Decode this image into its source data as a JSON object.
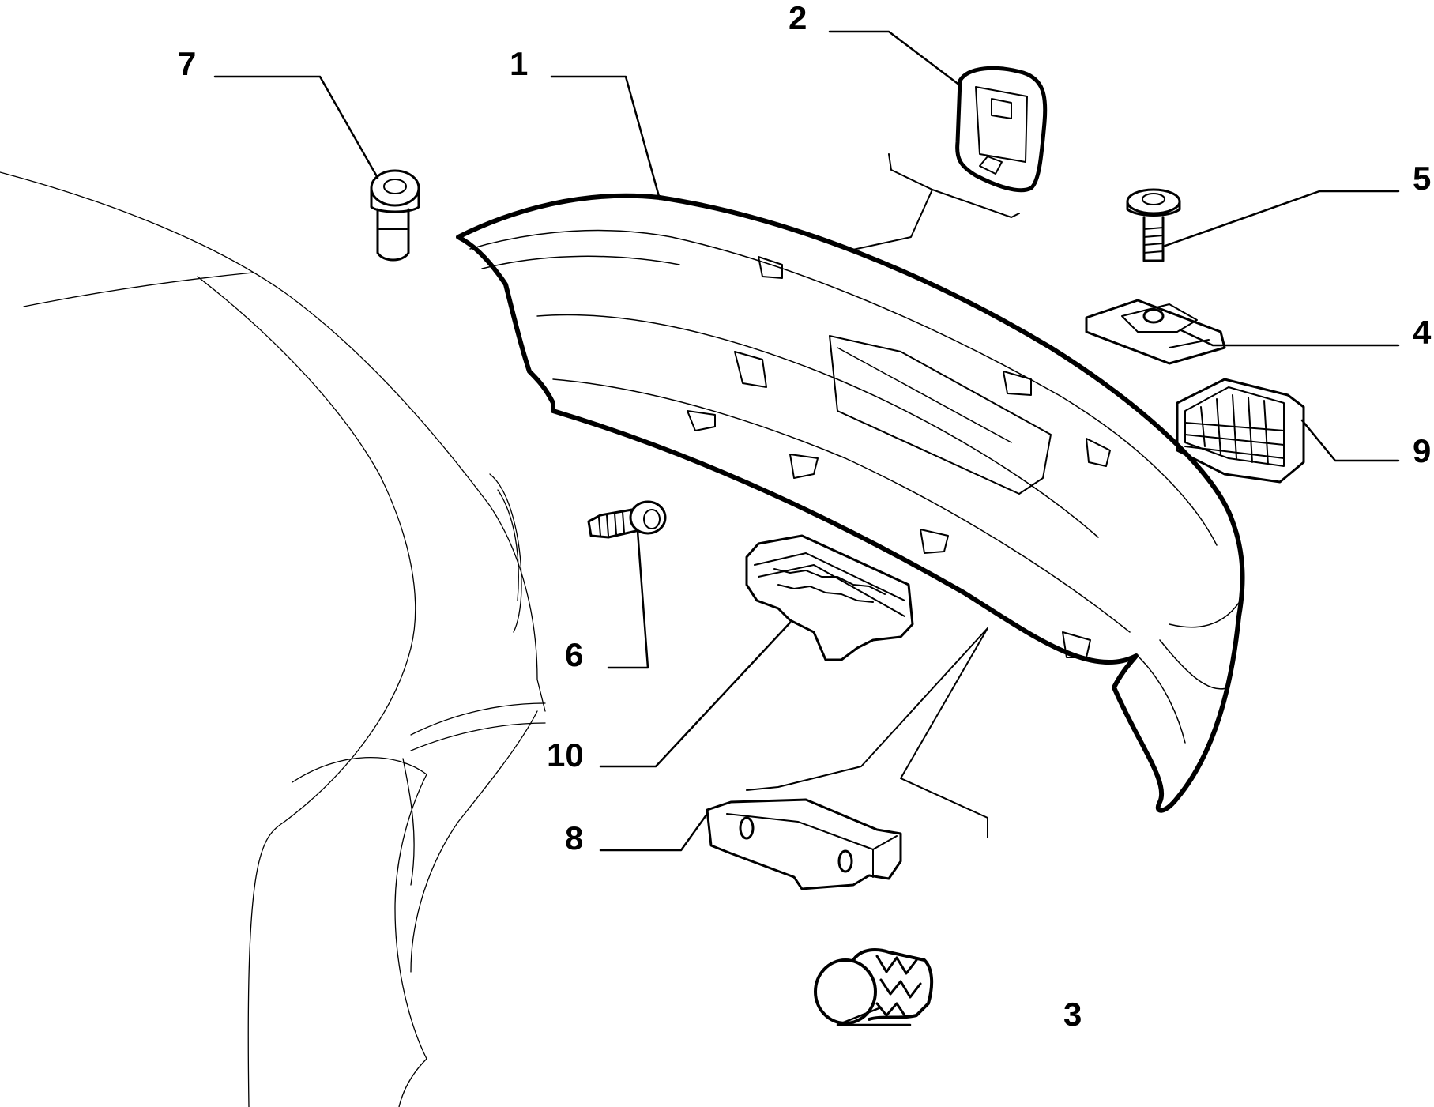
{
  "diagram": {
    "callouts": {
      "c1": "1",
      "c2": "2",
      "c3": "3",
      "c4": "4",
      "c5": "5",
      "c6": "6",
      "c7": "7",
      "c8": "8",
      "c9": "9",
      "c10": "10"
    }
  },
  "colors": {
    "ink": "#000000",
    "paper": "#ffffff"
  }
}
